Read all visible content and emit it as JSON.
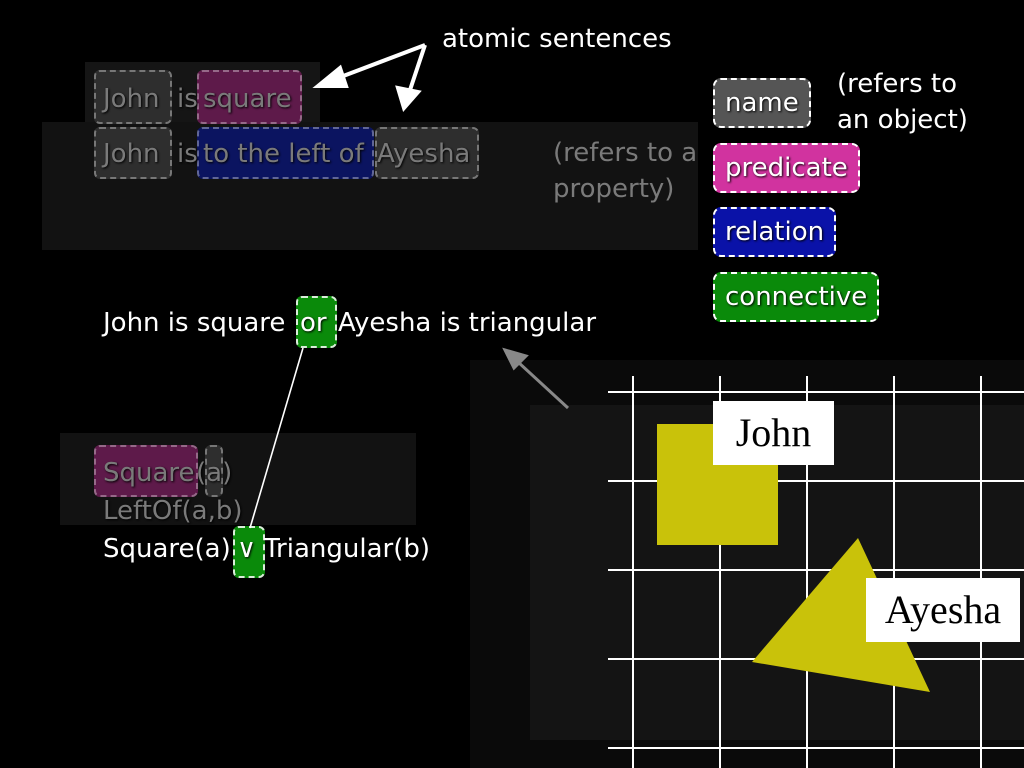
{
  "header": {
    "atomic_label": "atomic sentences"
  },
  "atomic_sentences": {
    "sentence1": {
      "name": "John",
      "is": "is",
      "predicate": "square"
    },
    "sentence2": {
      "name1": "John",
      "is": "is",
      "relation": "to the left of",
      "name2": "Ayesha"
    },
    "property_note": [
      "(refers to a",
      "property)"
    ]
  },
  "legend": {
    "name": {
      "label": "name",
      "note": [
        "(refers to",
        "an object)"
      ]
    },
    "predicate": {
      "label": "predicate"
    },
    "relation": {
      "label": "relation"
    },
    "connective": {
      "label": "connective"
    },
    "colors": {
      "name": "#555555",
      "predicate": "#d1339f",
      "relation": "#0a12a8",
      "connective": "#0a8a0a"
    }
  },
  "english_sentence": {
    "part1": "John is square",
    "connective": "or",
    "part2": "Ayesha is triangular"
  },
  "formulas": {
    "square": "Square(a)",
    "square_pred": "Square",
    "square_arg": "(a)",
    "leftof": "LeftOf(a,b)",
    "disjunction": {
      "left": "Square(a)",
      "connective": "∨",
      "right": "Triangular(b)"
    }
  },
  "world": {
    "john_label": "John",
    "ayesha_label": "Ayesha",
    "square_color": "#c9c20a",
    "triangle_color": "#c9c20a"
  }
}
